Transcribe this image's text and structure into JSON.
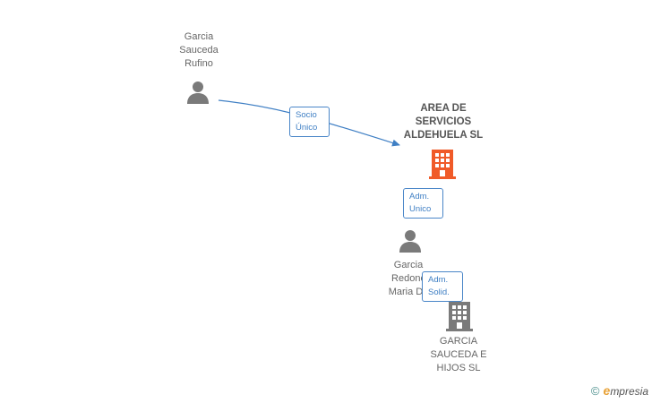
{
  "nodes": {
    "person_rufino": {
      "lines": [
        "Garcia",
        "Sauceda",
        "Rufino"
      ]
    },
    "company_aldehuela": {
      "lines": [
        "AREA DE",
        "SERVICIOS",
        "ALDEHUELA SL"
      ]
    },
    "person_redondo": {
      "lines": [
        "Garcia",
        "Redonc",
        "Maria De"
      ]
    },
    "company_hijos": {
      "lines": [
        "GARCIA",
        "SAUCEDA E",
        "HIJOS SL"
      ]
    }
  },
  "edges": {
    "socio_unico": {
      "lines": [
        "Socio",
        "Único"
      ]
    },
    "adm_unico": {
      "lines": [
        "Adm.",
        "Unico"
      ]
    },
    "adm_solid": {
      "lines": [
        "Adm.",
        "Solid."
      ]
    }
  },
  "colors": {
    "person_icon": "#7a7a7a",
    "company_main_icon": "#f05a28",
    "company_other_icon": "#7a7a7a",
    "edge": "#3f7fc4"
  },
  "icons": {
    "person": "person-icon",
    "company": "building-icon"
  },
  "brand": {
    "copyright": "©",
    "initial": "e",
    "rest": "mpresia"
  }
}
